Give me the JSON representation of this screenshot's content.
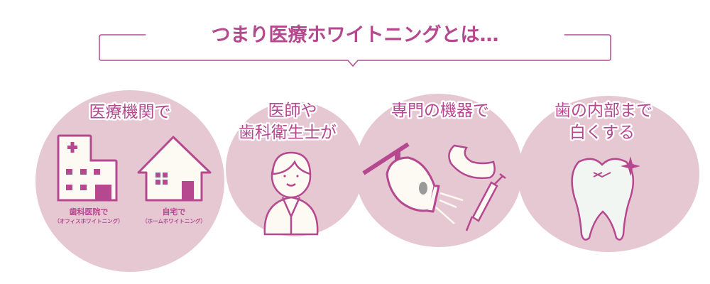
{
  "title": "つまり医療ホワイトニングとは…",
  "colors": {
    "accent": "#b5488f",
    "blob": "#e6c8d3",
    "cream": "#fdfaf3"
  },
  "panels": [
    {
      "lines": [
        "医療機関で"
      ],
      "icons": [
        "hospital-icon",
        "house-icon"
      ],
      "captions": [
        {
          "main": "歯科医院で",
          "sub": "（オフィスホワイトニング）"
        },
        {
          "main": "自宅で",
          "sub": "（ホームホワイトニング）"
        }
      ]
    },
    {
      "lines": [
        "医師や",
        "歯科衛生士が"
      ],
      "icons": [
        "dentist-person-icon"
      ]
    },
    {
      "lines": [
        "専門の機器で"
      ],
      "icons": [
        "whitening-light-icon",
        "mouthpiece-icon",
        "syringe-icon"
      ]
    },
    {
      "lines": [
        "歯の内部まで",
        "白くする"
      ],
      "icons": [
        "sparkling-tooth-icon"
      ]
    }
  ]
}
